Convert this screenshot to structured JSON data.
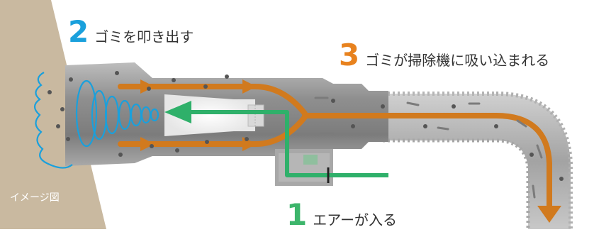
{
  "image_label": "イメージ図",
  "steps": [
    {
      "number": "2",
      "text": "ゴミを叩き出す",
      "color": "#1aa0dc"
    },
    {
      "number": "3",
      "text": "ゴミが掃除機に吸い込まれる",
      "color": "#e8821e"
    },
    {
      "number": "1",
      "text": "エアーが入る",
      "color": "#3db56b"
    }
  ],
  "colors": {
    "wall": "#c9b9a0",
    "body": "#9a9a9a",
    "air": "#2fb06a",
    "flow": "#d17a1e",
    "blast": "#1aa0dc",
    "dust": "#555555"
  }
}
